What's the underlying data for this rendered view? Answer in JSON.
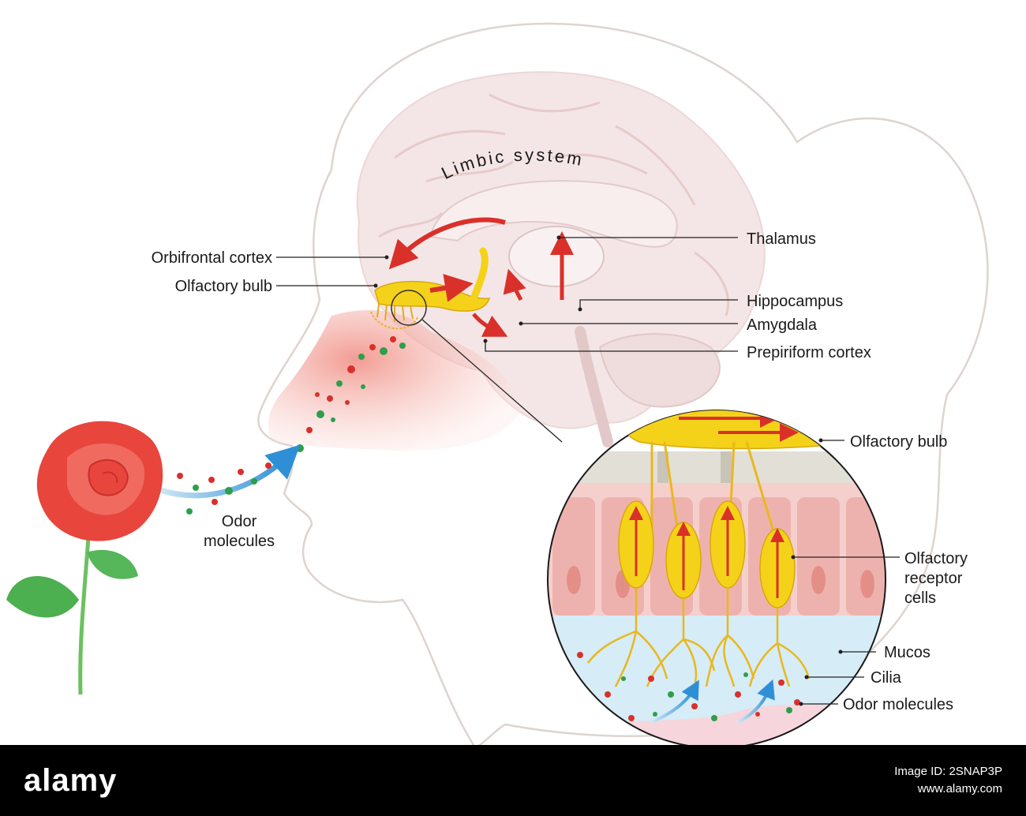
{
  "labels": {
    "limbic_system": "Limbic system",
    "orbifrontal_cortex": "Orbifrontal cortex",
    "olfactory_bulb_left": "Olfactory bulb",
    "thalamus": "Thalamus",
    "hippocampus": "Hippocampus",
    "amygdala": "Amygdala",
    "prepiriform_cortex": "Prepiriform cortex",
    "odor_molecules_line1": "Odor",
    "odor_molecules_line2": "molecules",
    "olfactory_bulb_right": "Olfactory bulb",
    "olfactory_receptor_line1": "Olfactory",
    "olfactory_receptor_line2": "receptor",
    "olfactory_receptor_line3": "cells",
    "mucos": "Mucos",
    "cilia": "Cilia",
    "odor_molecules_right": "Odor molecules"
  },
  "footer": {
    "watermark": "alamy",
    "image_id_line": "Image ID: 2SNAP3P",
    "site": "www.alamy.com"
  },
  "colors": {
    "arrow_red": "#d9302a",
    "bulb_yellow": "#f5d21a",
    "rose_red": "#e8453c",
    "leaf_green": "#4caf50",
    "cell_pink": "#f2b5b0",
    "mucus_blue": "#d6ecf7",
    "airflow_blue": "#3a9ad9",
    "head_outline": "#d8d0cc"
  }
}
